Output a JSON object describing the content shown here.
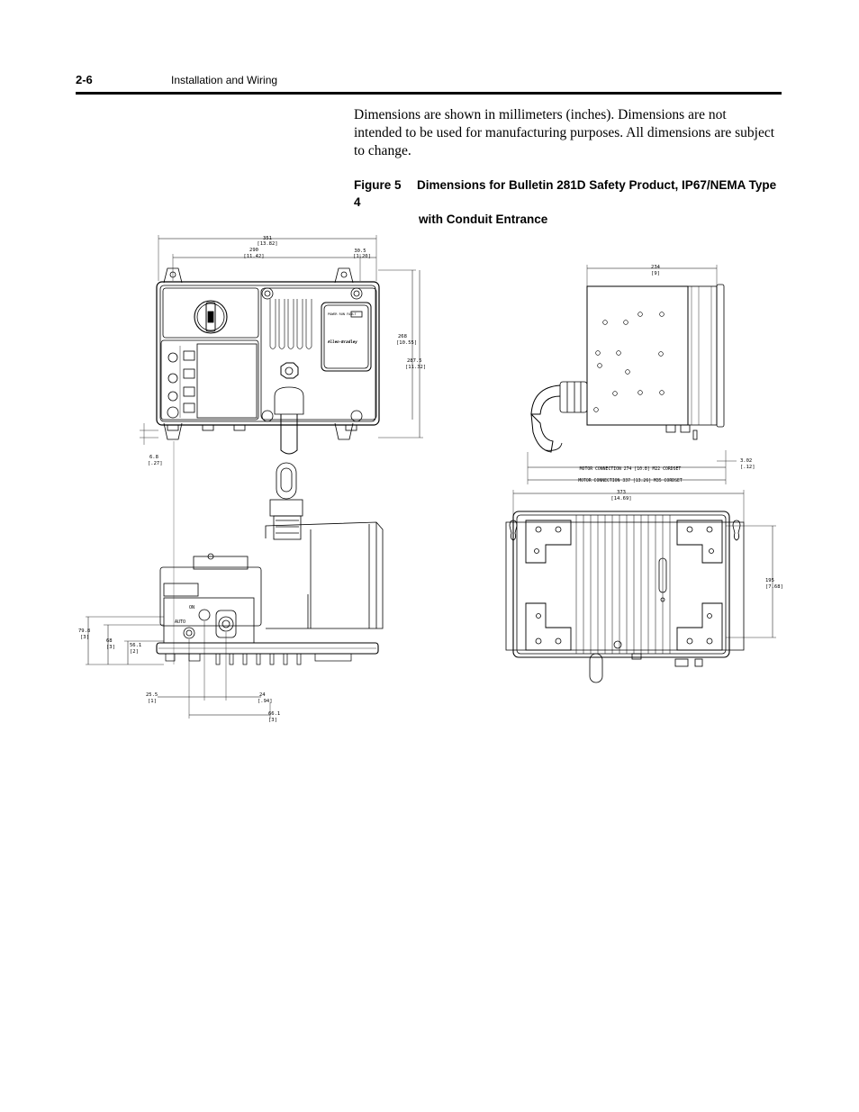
{
  "header": {
    "page_number": "2-6",
    "section_title": "Installation and Wiring"
  },
  "intro_text": "Dimensions are shown in millimeters (inches). Dimensions are not intended to be used for manufacturing purposes. All dimensions are subject to change.",
  "figure": {
    "number": "Figure 5",
    "caption_line1": "Dimensions for Bulletin 281D Safety Product, IP67/NEMA Type 4",
    "caption_line2": "with Conduit Entrance"
  },
  "drawing_labels": {
    "front_overall_width": "351",
    "front_overall_width_in": "[13.82]",
    "front_mount_width": "290",
    "front_mount_width_in": "[11.42]",
    "front_right_offset": "30.5",
    "front_right_offset_in": "[1.20]",
    "front_height_1": "268",
    "front_height_1_in": "[10.55]",
    "front_height_2": "287.5",
    "front_height_2_in": "[11.32]",
    "front_bottom_offset": "6.8",
    "front_bottom_offset_in": "[.27]",
    "bottom_h1": "79.8",
    "bottom_h1_in": "[3]",
    "bottom_h2": "68",
    "bottom_h2_in": "[3]",
    "bottom_h3": "56.1",
    "bottom_h3_in": "[2]",
    "bottom_w1": "25.5",
    "bottom_w1_in": "[1]",
    "bottom_w2": "24",
    "bottom_w2_in": "[.94]",
    "bottom_w3": "66.1",
    "bottom_w3_in": "[3]",
    "side_width": "234",
    "side_width_in": "[9]",
    "side_offset": "3.02",
    "side_offset_in": "[.12]",
    "motor_connection_1": "MOTOR CONNECTION 274 [10.8] M22 CORDSET",
    "motor_connection_2": "MOTOR CONNECTION 337 [13.26] M35 CORDSET",
    "rear_width": "373",
    "rear_width_in": "[14.69]",
    "rear_height": "195",
    "rear_height_in": "[7.68]",
    "brand": "Allen-Bradley",
    "switch_label_on": "ON",
    "switch_label_auto": "AUTO",
    "status_labels": "POWER RUN FAULT"
  }
}
